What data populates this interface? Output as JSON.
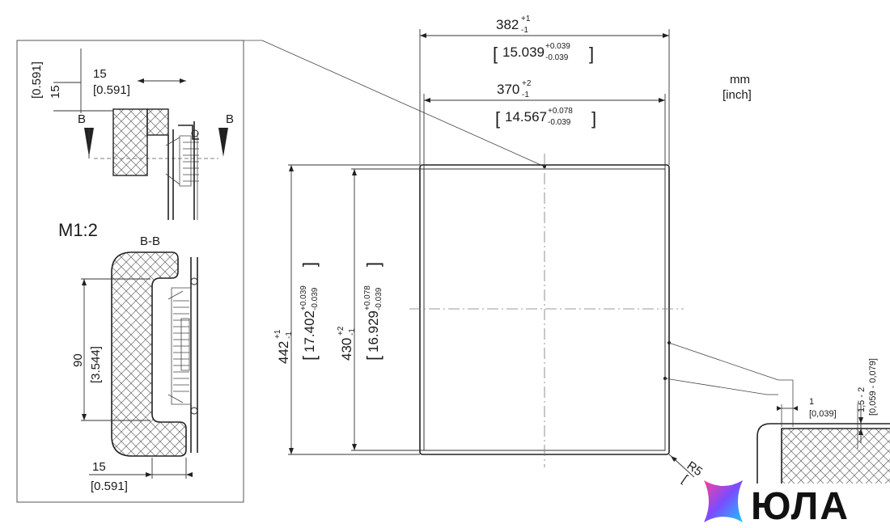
{
  "units": {
    "primary": "mm",
    "secondary": "[inch]"
  },
  "scale_label": "M1:2",
  "section_label": "B-B",
  "section_marker": "B",
  "dims": {
    "outer_width": {
      "base": "382",
      "sup": "+1",
      "sub": "-1"
    },
    "outer_width_inch": {
      "base": "15.039",
      "sup": "+0.039",
      "sub": "-0.039"
    },
    "inner_width": {
      "base": "370",
      "sup": "+2",
      "sub": "-1"
    },
    "inner_width_inch": {
      "base": "14.567",
      "sup": "+0.078",
      "sub": "-0.039"
    },
    "outer_height": {
      "base": "442",
      "sup": "+1",
      "sub": "-1"
    },
    "outer_height_inch": {
      "base": "17.402",
      "sup": "+0.039",
      "sub": "-0.039"
    },
    "inner_height": {
      "base": "430",
      "sup": "+2",
      "sub": "-1"
    },
    "inner_height_inch": {
      "base": "16.929",
      "sup": "+0.078",
      "sub": "-0.039"
    },
    "detail_left_15": "15",
    "detail_left_15_inch": "[0.591]",
    "detail_top_15": "15",
    "detail_top_15_inch": "[0.591]",
    "detail_90": "90",
    "detail_90_inch": "[3.544]",
    "detail_bottom_15": "15",
    "detail_bottom_15_inch": "[0.591]",
    "corner_radius": "R5",
    "corner_radius_inch": "[",
    "gap_1": "1",
    "gap_1_inch": "[0,039]",
    "depth": "1,5 - 2",
    "depth_inch": "[0,059 - 0,079]"
  },
  "watermark": {
    "text": "ЮЛА"
  },
  "colors": {
    "line": "#222222",
    "logo_gradient": [
      "#ff3e9a",
      "#7a4cff",
      "#19c6ff"
    ]
  }
}
